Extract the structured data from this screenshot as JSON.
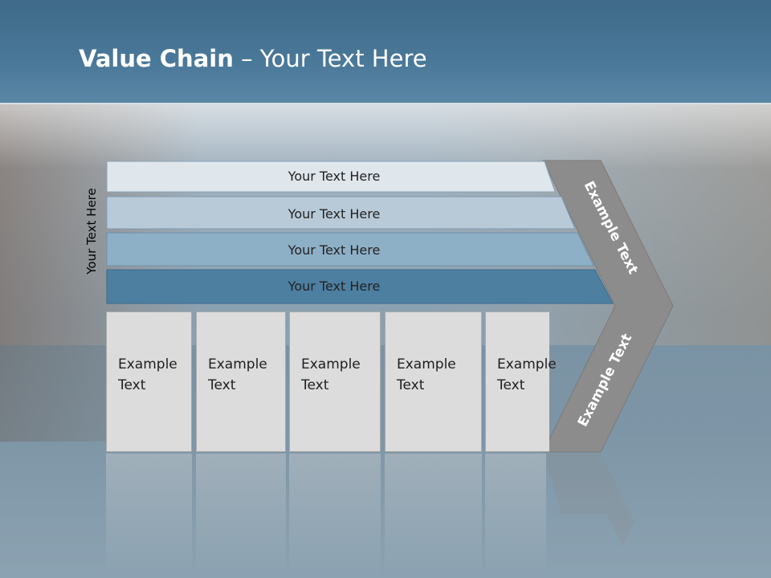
{
  "slide": {
    "title_bold": "Value Chain",
    "title_rest": " – Your Text Here"
  },
  "side_label": "Your Text Here",
  "bars": [
    {
      "label": "Your Text Here",
      "color": "#dfe6ec"
    },
    {
      "label": "Your Text Here",
      "color": "#b8cad8"
    },
    {
      "label": "Your Text Here",
      "color": "#8eb0c7"
    },
    {
      "label": "Your Text Here",
      "color": "#4d7fa1"
    }
  ],
  "arrow": {
    "top_label": "Example Text",
    "bottom_label": "Example Text",
    "color": "#8c8c8c"
  },
  "cards": [
    {
      "line1": "Example",
      "line2": "Text"
    },
    {
      "line1": "Example",
      "line2": "Text"
    },
    {
      "line1": "Example",
      "line2": "Text"
    },
    {
      "line1": "Example",
      "line2": "Text"
    },
    {
      "line1": "Example",
      "line2": "Text"
    }
  ]
}
